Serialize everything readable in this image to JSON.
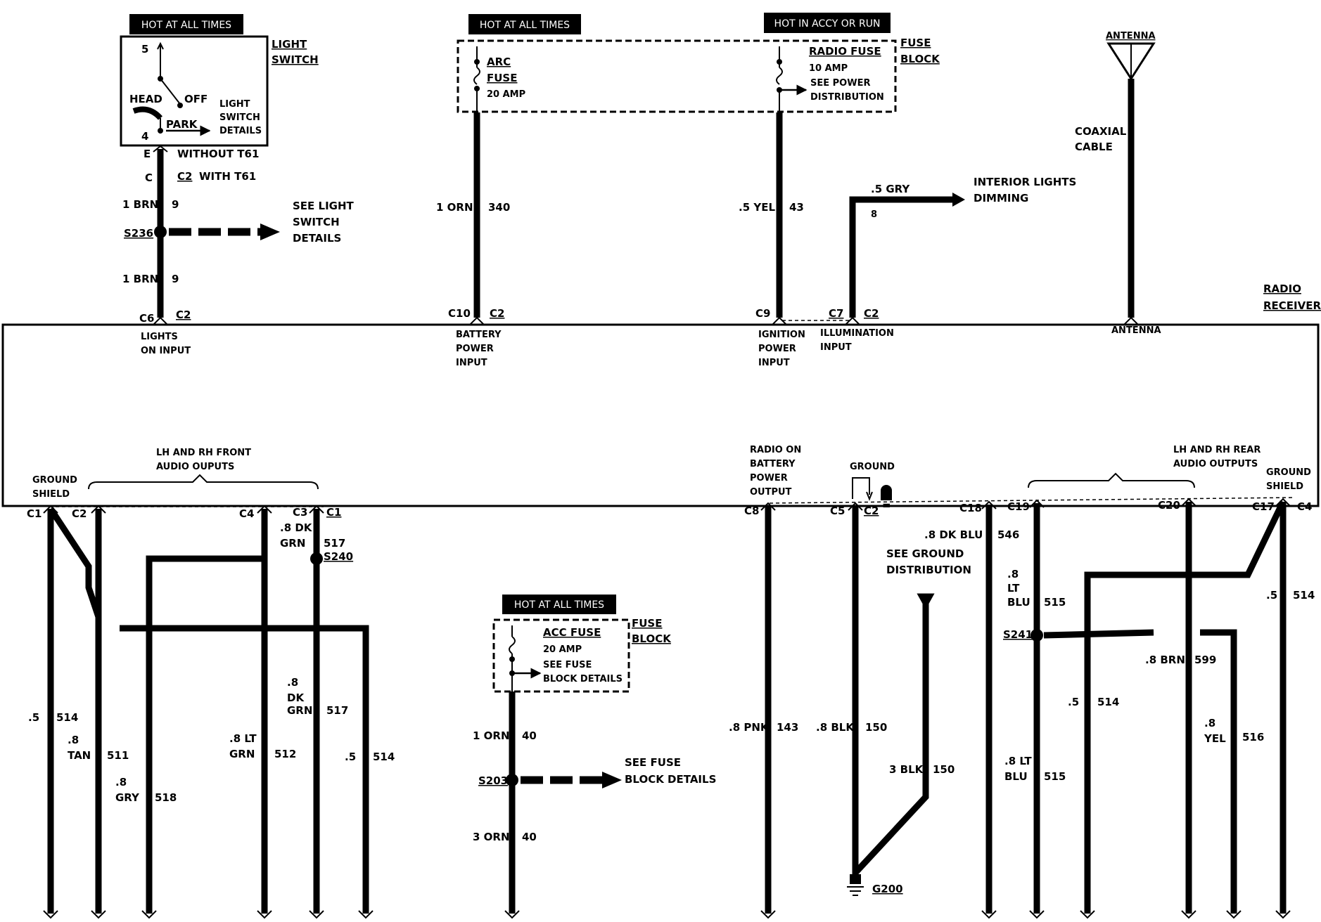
{
  "headers": {
    "hot_always_1": "HOT AT ALL TIMES",
    "hot_always_2": "HOT AT ALL TIMES",
    "hot_accy_run": "HOT IN ACCY OR RUN",
    "hot_always_3": "HOT AT ALL TIMES"
  },
  "light_switch": {
    "title_1": "LIGHT",
    "title_2": "SWITCH",
    "pin_5": "5",
    "pin_4": "4",
    "head": "HEAD",
    "off": "OFF",
    "park": "PARK",
    "details_1": "LIGHT",
    "details_2": "SWITCH",
    "details_3": "DETAILS",
    "term_e": "E",
    "without": "WITHOUT T61",
    "term_c": "C",
    "c2": "C2",
    "with": "WITH T61",
    "wire1_color": "1 BRN",
    "wire1_num": "9",
    "splice": "S236",
    "see_1": "SEE LIGHT",
    "see_2": "SWITCH",
    "see_3": "DETAILS",
    "wire2_color": "1 BRN",
    "wire2_num": "9",
    "conn_c6": "C6",
    "conn_c2": "C2",
    "input_1": "LIGHTS",
    "input_2": "ON INPUT"
  },
  "fuse_block_top": {
    "arc_1": "ARC",
    "arc_2": "FUSE",
    "arc_amp": "20 AMP",
    "radio_fuse": "RADIO FUSE",
    "radio_amp": "10 AMP",
    "radio_see_1": "SEE POWER",
    "radio_see_2": "DISTRIBUTION",
    "fb_1": "FUSE",
    "fb_2": "BLOCK"
  },
  "battery": {
    "wire_color": "1 ORN",
    "wire_num": "340",
    "conn_c10": "C10",
    "conn_c2": "C2",
    "input_1": "BATTERY",
    "input_2": "POWER",
    "input_3": "INPUT"
  },
  "ignition": {
    "wire_color": ".5 YEL",
    "wire_num": "43",
    "conn_c9": "C9",
    "input_1": "IGNITION",
    "input_2": "POWER",
    "input_3": "INPUT"
  },
  "illumination": {
    "wire_color": ".5 GRY",
    "wire_num": "8",
    "dest_1": "INTERIOR LIGHTS",
    "dest_2": "DIMMING",
    "conn_c7": "C7",
    "conn_c2": "C2",
    "input_1": "ILLUMINATION",
    "input_2": "INPUT"
  },
  "antenna": {
    "title": "ANTENNA",
    "cable_1": "COAXIAL",
    "cable_2": "CABLE",
    "input": "ANTENNA"
  },
  "radio": {
    "title_1": "RADIO",
    "title_2": "RECEIVER"
  },
  "front": {
    "ground_1": "GROUND",
    "ground_2": "SHIELD",
    "outputs_1": "LH AND RH FRONT",
    "outputs_2": "AUDIO OUPUTS",
    "c1": "C1",
    "c2": "C2",
    "c4": "C4",
    "c3": "C3",
    "c1b": "C1",
    "dkgrn_1": ".8 DK",
    "dkgrn_2": "GRN",
    "dkgrn_num": "517",
    "splice": "S240",
    "w514a_c": ".5",
    "w514a_n": "514",
    "tan_1": ".8",
    "tan_2": "TAN",
    "tan_n": "511",
    "gry_1": ".8",
    "gry_2": "GRY",
    "gry_n": "518",
    "ltgrn_1": ".8 LT",
    "ltgrn_2": "GRN",
    "ltgrn_n": "512",
    "dk2_1": ".8",
    "dk2_2": "DK",
    "dk2_3": "GRN",
    "dk2_n": "517",
    "w514b_c": ".5",
    "w514b_n": "514"
  },
  "acc": {
    "fuse": "ACC FUSE",
    "amp": "20 AMP",
    "see_1": "SEE FUSE",
    "see_2": "BLOCK DETAILS",
    "fb_1": "FUSE",
    "fb_2": "BLOCK",
    "w1_c": "1 ORN",
    "w1_n": "40",
    "splice": "S203",
    "dest_1": "SEE FUSE",
    "dest_2": "BLOCK DETAILS",
    "w2_c": "3 ORN",
    "w2_n": "40"
  },
  "right": {
    "radio_on_1": "RADIO ON",
    "radio_on_2": "BATTERY",
    "radio_on_3": "POWER",
    "radio_on_4": "OUTPUT",
    "ground": "GROUND",
    "c8": "C8",
    "c5": "C5",
    "c2": "C2",
    "c18": "C18",
    "c19": "C19",
    "c20": "C20",
    "c17": "C17",
    "c4": "C4",
    "rear_1": "LH AND RH REAR",
    "rear_2": "AUDIO OUTPUTS",
    "shield_1": "GROUND",
    "shield_2": "SHIELD",
    "dkblu_c": ".8 DK BLU",
    "dkblu_n": "546",
    "see_gnd_1": "SEE GROUND",
    "see_gnd_2": "DISTRIBUTION",
    "ltblu_1": ".8",
    "ltblu_2": "LT",
    "ltblu_3": "BLU",
    "ltblu_n": "515",
    "splice": "S241",
    "brn_c": ".8 BRN",
    "brn_n": "599",
    "w514_c": ".5",
    "w514_n": "514",
    "w514r_c": ".5",
    "w514r_n": "514",
    "pnk_c": ".8 PNK",
    "pnk_n": "143",
    "blk_c": ".8 BLK",
    "blk_n": "150",
    "blk3_c": "3 BLK",
    "blk3_n": "150",
    "ltblu2_1": ".8 LT",
    "ltblu2_2": "BLU",
    "ltblu2_n": "515",
    "yel_1": ".8",
    "yel_2": "YEL",
    "yel_n": "516",
    "g200": "G200"
  }
}
